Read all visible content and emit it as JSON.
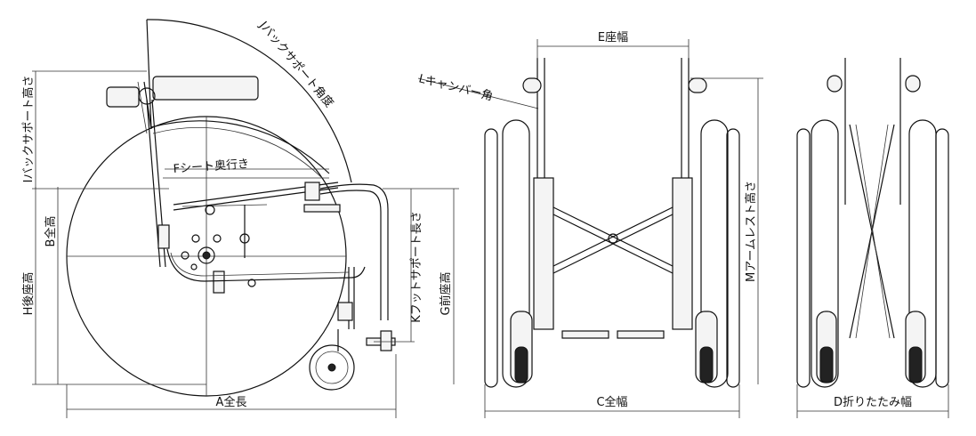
{
  "labels": {
    "a": "A全長",
    "b": "B全高",
    "c": "C全幅",
    "d": "D折りたたみ幅",
    "e": "E座幅",
    "f": "Fシート奥行き",
    "g": "G前座高",
    "h": "H後座高",
    "i": "Iバックサポート高さ",
    "j": "Jバックサポート角度",
    "k": "Kフットサポート長さ",
    "l": "Lキャンバー角",
    "m": "Mアームレスト高さ"
  },
  "colors": {
    "line": "#111111",
    "background": "#ffffff"
  }
}
